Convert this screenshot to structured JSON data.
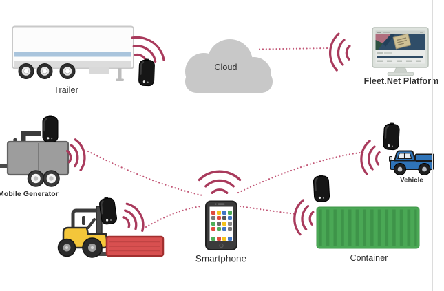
{
  "diagram": {
    "type": "fleet-tracking-topology",
    "nodes": {
      "trailer": {
        "label": "Trailer",
        "has_tracker": true
      },
      "cloud": {
        "label": "Cloud",
        "has_tracker": false
      },
      "fleetnet_platform": {
        "label": "Fleet.Net Platform",
        "has_tracker": false
      },
      "mobile_generator": {
        "label": "Mobile Generator",
        "has_tracker": true
      },
      "forklift": {
        "has_tracker": true
      },
      "smartphone": {
        "label": "Smartphone",
        "has_tracker": false
      },
      "vehicle": {
        "label": "Vehicle",
        "has_tracker": true
      },
      "container": {
        "label": "Container",
        "has_tracker": true
      }
    },
    "connections": [
      {
        "from": "cloud",
        "to": "fleetnet_platform",
        "style": "dotted"
      },
      {
        "from": "mobile_generator",
        "to": "smartphone",
        "style": "dotted"
      },
      {
        "from": "forklift",
        "to": "smartphone",
        "style": "dotted"
      },
      {
        "from": "smartphone",
        "to": "vehicle",
        "style": "dotted"
      },
      {
        "from": "smartphone",
        "to": "container",
        "style": "dotted"
      }
    ],
    "signal_sources": [
      "trailer",
      "fleetnet_platform",
      "mobile_generator",
      "forklift",
      "smartphone",
      "vehicle",
      "container"
    ],
    "colors": {
      "signal": "#a93a5c",
      "dotted": "#c25776",
      "cloud": "#c8c8c8",
      "container": "#4aa855",
      "container_ridge": "#3e9449",
      "forklift_body": "#f4c63a",
      "crate": "#d85050",
      "crate_border": "#a22f2f",
      "vehicle_body": "#2f74b8",
      "generator_body": "#9d9d9d",
      "tracker": "#161616",
      "trailer_stripe": "#a9c4dc",
      "label_text": "#2e2e2e"
    },
    "smartphone_screen": {
      "app_rows": [
        [
          "#e04b3f",
          "#f3c31c",
          "#4176c4",
          "#4fae58"
        ],
        [
          "#7a7a7a",
          "#e04b3f",
          "#555555",
          "#4176c4"
        ],
        [
          "#4fae58",
          "#6a6a6a",
          "#f3c31c",
          "#8a8a8a"
        ],
        [
          "#e04b3f",
          "#4fae58",
          "#4176c4",
          "#777777"
        ]
      ],
      "dock": [
        "#4fae58",
        "#e04b3f",
        "#f3c31c",
        "#4176c4"
      ]
    }
  }
}
